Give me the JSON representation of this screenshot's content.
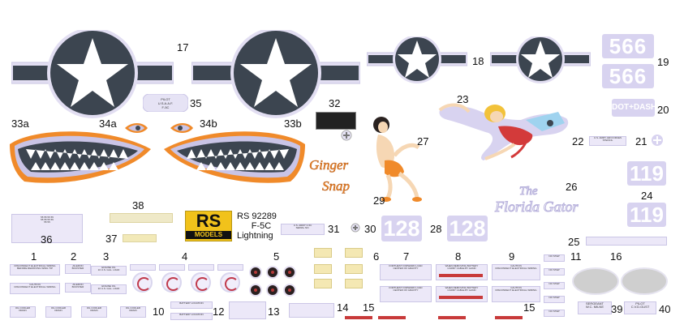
{
  "labels": {
    "n17": "17",
    "n18": "18",
    "n19": "19",
    "n20": "20",
    "n21": "21",
    "n22": "22",
    "n23": "23",
    "n24": "24",
    "n25": "25",
    "n26": "26",
    "n27": "27",
    "n28": "28",
    "n29": "29",
    "n30": "30",
    "n31": "31",
    "n32": "32",
    "n33a": "33a",
    "n33b": "33b",
    "n34a": "34a",
    "n34b": "34b",
    "n35": "35",
    "n36": "36",
    "n37": "37",
    "n38": "38",
    "n39": "39",
    "n40": "40",
    "n1": "1",
    "n2": "2",
    "n3": "3",
    "n4": "4",
    "n5": "5",
    "n6": "6",
    "n7": "7",
    "n8": "8",
    "n9": "9",
    "n10": "10",
    "n11": "11",
    "n12": "12",
    "n13": "13",
    "n14": "14",
    "n15a": "15",
    "n15b": "15",
    "n16": "16"
  },
  "decals": {
    "serial_566_top": "566",
    "serial_566_bottom": "566",
    "dot_dash": "DOT+DASH",
    "ginger_line1": "Ginger",
    "ginger_line2": "Snap",
    "florida_line1": "The",
    "florida_line2": "Florida Gator",
    "num_119_top": "119",
    "num_119_bottom": "119",
    "num_128_left": "128",
    "num_128_right": "128",
    "usaaf_plate": "PILOT\nU.S.A.A.F.",
    "sergeant": "SERGEANT\nW.C. MILNE",
    "pilot": "PILOT\nC.V.D.GUST"
  },
  "brand": {
    "logo_letters": "RS",
    "logo_subtitle": "MODELS",
    "code": "RS 92289",
    "model": "F-5C",
    "name": "Lightning"
  },
  "stencils": {
    "oil_cooler": "OIL COOLER\nDRAIN",
    "battery_location": "BATTERY LOCATION",
    "aileron": "AILERON\nBOOSTER",
    "engine_oil": "ENGINE OIL\n10 U.S. GAL. LOAD",
    "no_step": "NO STEP",
    "disconnect": "DISCONNECT ELECTRICAL WIRING\nBEFORE REMOVING WING TIP",
    "caution": "CAUTION\nDISCONNECT ELECTRICAL WIRING",
    "battery": "WHEN REMOVING BATTERY\nCARRY CABLE BY HAND",
    "fuel": "FORTHEST FORWARD LOAD\nCENTER OF GRAVITY"
  },
  "colors": {
    "insignia_blue": "#3c4550",
    "lavender": "#d8d3f0",
    "shark_orange": "#f08a2a",
    "nose_art_red": "#d33a3a"
  }
}
